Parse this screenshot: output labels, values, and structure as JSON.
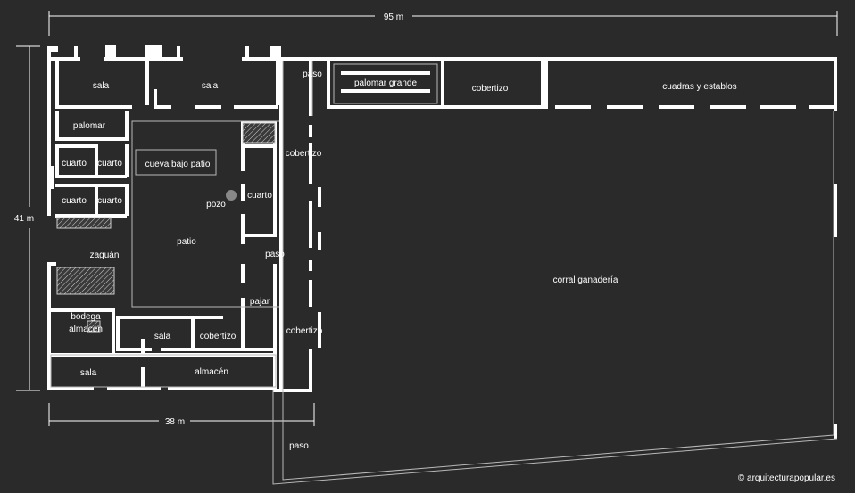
{
  "dimensions": {
    "total_width": "95 m",
    "height": "41 m",
    "house_width": "38 m"
  },
  "rooms": {
    "sala_top_left": "sala",
    "sala_top_mid": "sala",
    "palomar": "palomar",
    "cuarto_1": "cuarto",
    "cuarto_2": "cuarto",
    "cuarto_3": "cuarto",
    "cuarto_4": "cuarto",
    "cueva": "cueva bajo patio",
    "pozo": "pozo",
    "cuarto_east": "cuarto",
    "patio": "patio",
    "zaguan": "zaguán",
    "bodega": "bodega",
    "almacen_left": "almacén",
    "sala_mid": "sala",
    "cobertizo_mid": "cobertizo",
    "sala_bottom": "sala",
    "almacen_bottom": "almacén",
    "pajar": "pajar",
    "paso_mid": "paso",
    "cobertizo_east_top": "cobertizo",
    "cobertizo_east_bottom": "cobertizo",
    "paso_top": "paso",
    "palomar_grande": "palomar grande",
    "cobertizo_top": "cobertizo",
    "cuadras": "cuadras y establos",
    "corral": "corral ganadería",
    "paso_bottom": "paso"
  },
  "credit": "© arquitecturapopular.es"
}
